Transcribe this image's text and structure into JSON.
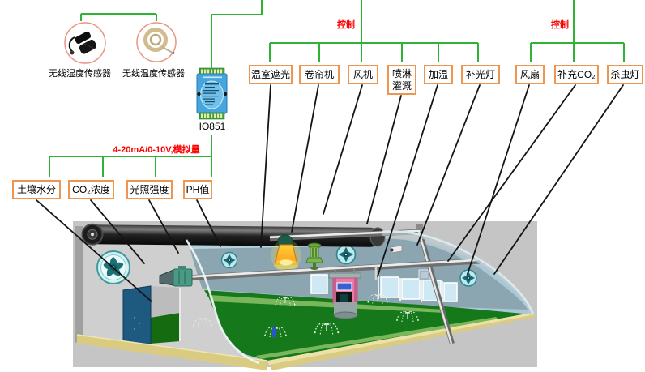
{
  "colors": {
    "connector_green": "#2fb335",
    "pointer_black": "#141414",
    "box_border_orange": "#f0954e",
    "label_red": "#ff0000",
    "module_blue": "#45a5dd"
  },
  "wireless_group": {
    "humidity_sensor_label": "无线湿度传感器",
    "temperature_sensor_label": "无线温度传感器"
  },
  "io_module": {
    "label": "IO851"
  },
  "analog_bus": {
    "label": "4-20mA/0-10V,模拟量"
  },
  "control_left": {
    "title": "控制",
    "boxes": [
      "温室遮光",
      "卷帘机",
      "风机",
      "喷淋灌溉",
      "加温",
      "补光灯"
    ]
  },
  "control_right": {
    "title": "控制",
    "boxes": [
      "风扇",
      "补充CO₂",
      "杀虫灯"
    ]
  },
  "analog_sensors": {
    "boxes": [
      "土壤水分",
      "CO₂浓度",
      "光照强度",
      "PH值"
    ]
  }
}
